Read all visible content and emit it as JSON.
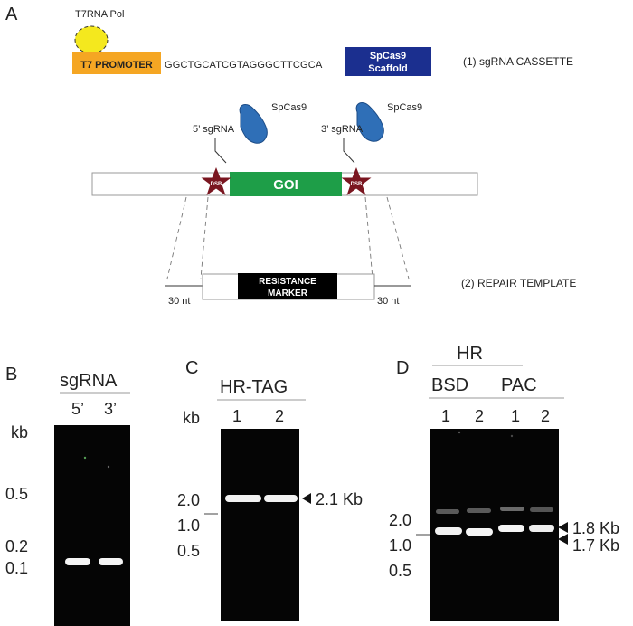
{
  "panels": {
    "a": "A",
    "b": "B",
    "c": "C",
    "d": "D"
  },
  "cassette": {
    "polymerase": "T7RNA Pol",
    "promoter": "T7 PROMOTER",
    "sequence": "GGCTGCATCGTAGGGCTTCGCA",
    "scaffold_line1": "SpCas9",
    "scaffold_line2": "Scaffold",
    "label": "(1) sgRNA CASSETTE"
  },
  "targeting": {
    "cas9_left": "SpCas9",
    "cas9_right": "SpCas9",
    "sgrna_left": "5’ sgRNA",
    "sgrna_right": "3’ sgRNA",
    "dsb": "DSB",
    "goi": "GOI"
  },
  "repair": {
    "marker_line1": "RESISTANCE",
    "marker_line2": "MARKER",
    "homology_left": "30 nt",
    "homology_right": "30 nt",
    "label": "(2) REPAIR TEMPLATE"
  },
  "gel_b": {
    "title": "sgRNA",
    "lanes": [
      "5’",
      "3’"
    ],
    "unit": "kb",
    "markers": [
      "0.5",
      "0.2",
      "0.1"
    ]
  },
  "gel_c": {
    "title": "HR-TAG",
    "lanes": [
      "1",
      "2"
    ],
    "unit": "kb",
    "markers": [
      "2.0",
      "1.0",
      "0.5"
    ],
    "band_label": "2.1 Kb"
  },
  "gel_d": {
    "title": "HR",
    "groups": [
      "BSD",
      "PAC"
    ],
    "lanes": [
      "1",
      "2",
      "1",
      "2"
    ],
    "markers": [
      "2.0",
      "1.0",
      "0.5"
    ],
    "band_labels": [
      "1.8 Kb",
      "1.7 Kb"
    ]
  },
  "colors": {
    "promoter": "#f5a623",
    "polymerase": "#f4e81e",
    "scaffold": "#1b2f8f",
    "goi": "#1e9e48",
    "dsb": "#7a1620",
    "cas9": "#2f6fb7",
    "marker": "#000000"
  }
}
